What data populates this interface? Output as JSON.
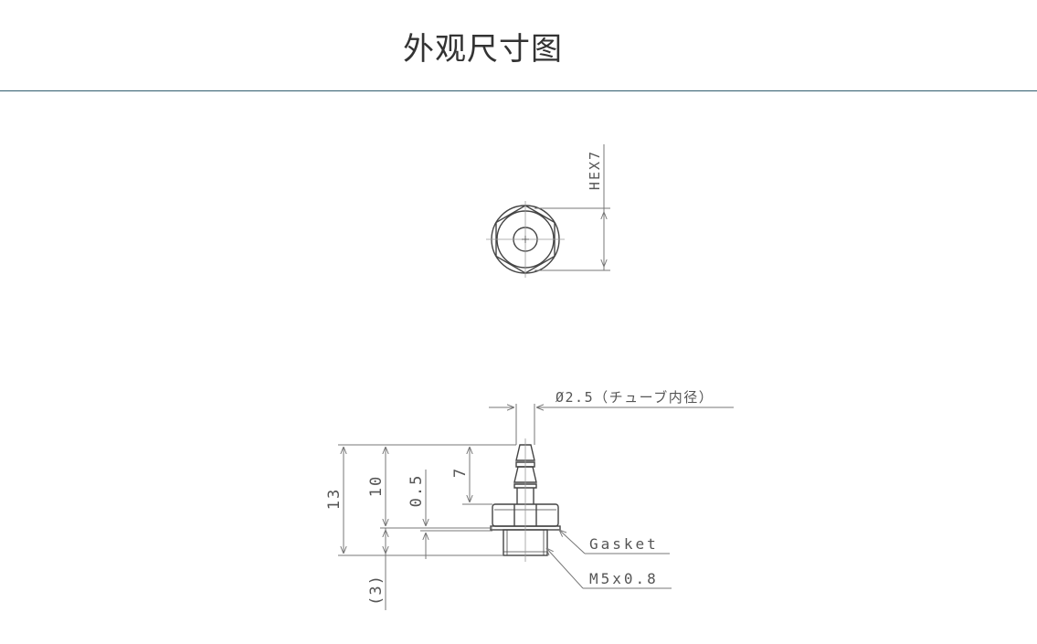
{
  "page": {
    "title": "外观尺寸图"
  },
  "colors": {
    "divider": "#2f5d6e",
    "line": "#777777",
    "part": "#444444",
    "text": "#555555"
  },
  "drawing": {
    "labels": {
      "hex": "HEX7",
      "tube_id": "Ø2.5（チューブ内径）",
      "gasket": "Gasket",
      "thread": "M5x0.8",
      "overall_length": "13",
      "body_length": "10",
      "gasket_thickness": "0.5",
      "barb_length": "7",
      "thread_length": "(3)"
    }
  }
}
